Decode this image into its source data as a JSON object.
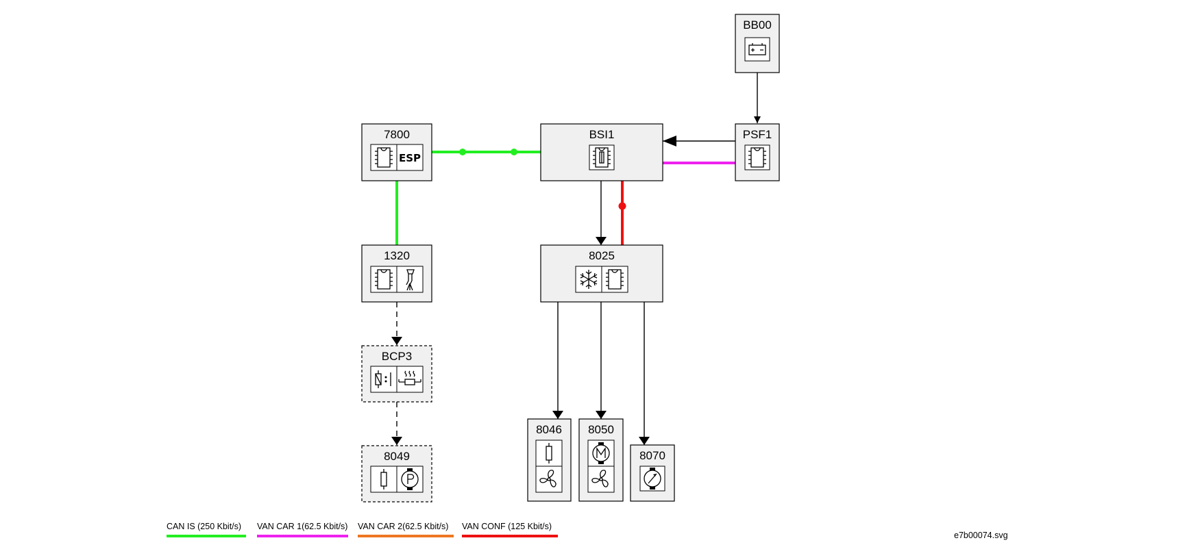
{
  "diagram": {
    "nodes": {
      "bb00": {
        "label": "BB00",
        "icons": [
          "battery-icon"
        ]
      },
      "psf1": {
        "label": "PSF1",
        "icons": [
          "chip-icon"
        ]
      },
      "n7800": {
        "label": "7800",
        "icons": [
          "chip-icon",
          "esp-icon"
        ],
        "esp_text": "ESP"
      },
      "bsi1": {
        "label": "BSI1",
        "icons": [
          "chip-fuse-icon"
        ]
      },
      "n1320": {
        "label": "1320",
        "icons": [
          "chip-icon",
          "injector-icon"
        ]
      },
      "n8025": {
        "label": "8025",
        "icons": [
          "snowflake-icon",
          "chip-icon"
        ]
      },
      "bcp3": {
        "label": "BCP3",
        "icons": [
          "relay-icon",
          "heater-resistor-icon"
        ]
      },
      "n8049": {
        "label": "8049",
        "icons": [
          "resistor-icon",
          "pump-motor-icon"
        ]
      },
      "n8046": {
        "label": "8046",
        "icons": [
          "resistor-icon",
          "fan-icon"
        ]
      },
      "n8050": {
        "label": "8050",
        "icons": [
          "motor-icon",
          "fan-icon"
        ]
      },
      "n8070": {
        "label": "8070",
        "icons": [
          "gauge-sensor-icon"
        ]
      }
    },
    "connections": [
      {
        "from": "BB00",
        "to": "PSF1",
        "type": "wire"
      },
      {
        "from": "PSF1",
        "to": "BSI1",
        "type": "wire"
      },
      {
        "from": "PSF1",
        "to": "BSI1",
        "type": "VAN CAR 1"
      },
      {
        "from": "7800",
        "to": "BSI1",
        "type": "CAN IS"
      },
      {
        "from": "7800",
        "to": "1320",
        "type": "CAN IS"
      },
      {
        "from": "BSI1",
        "to": "8025",
        "type": "wire"
      },
      {
        "from": "BSI1",
        "to": "8025",
        "type": "VAN CONF"
      },
      {
        "from": "1320",
        "to": "BCP3",
        "type": "dashed-wire"
      },
      {
        "from": "BCP3",
        "to": "8049",
        "type": "dashed-wire"
      },
      {
        "from": "8025",
        "to": "8046",
        "type": "wire"
      },
      {
        "from": "8025",
        "to": "8050",
        "type": "wire"
      },
      {
        "from": "8025",
        "to": "8070",
        "type": "wire"
      }
    ]
  },
  "legend": [
    {
      "label": "CAN IS (250 Kbit/s)",
      "color": "#22ee22"
    },
    {
      "label": "VAN CAR 1(62.5 Kbit/s)",
      "color": "#ee22ee"
    },
    {
      "label": "VAN CAR 2(62.5 Kbit/s)",
      "color": "#ee7722"
    },
    {
      "label": "VAN CONF (125 Kbit/s)",
      "color": "#ee1111"
    }
  ],
  "file_ref": "e7b00074.svg"
}
